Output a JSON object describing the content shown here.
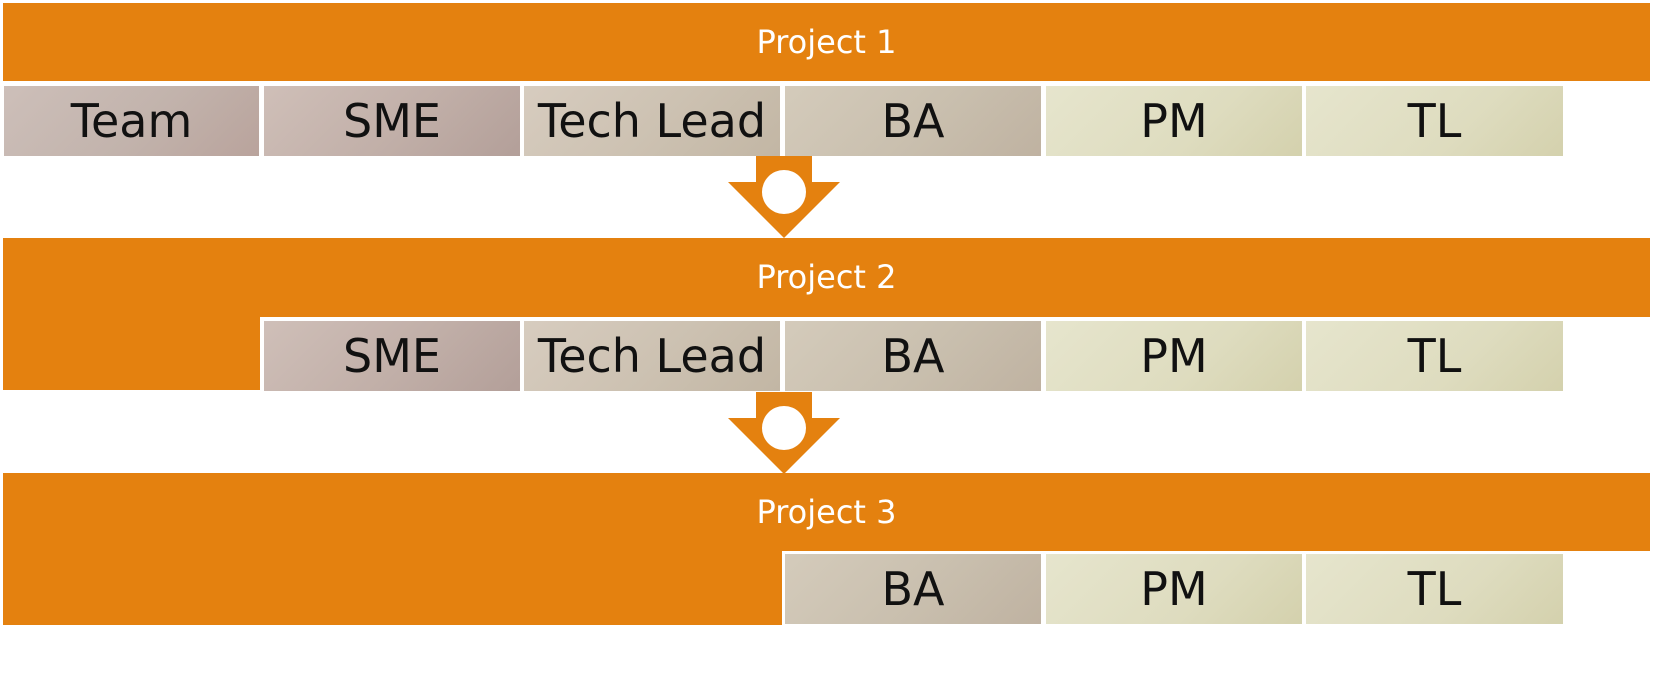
{
  "colors": {
    "accent": "#E4810F",
    "role_dark": "#C2B3AC",
    "role_light": "#DEDCBF"
  },
  "projects": [
    {
      "title": "Project 1",
      "roles": [
        "Team",
        "SME",
        "Tech Lead",
        "BA",
        "PM",
        "TL"
      ]
    },
    {
      "title": "Project 2",
      "roles": [
        "SME",
        "Tech Lead",
        "BA",
        "PM",
        "TL"
      ]
    },
    {
      "title": "Project 3",
      "roles": [
        "BA",
        "PM",
        "TL"
      ]
    }
  ],
  "arrows": [
    {
      "icon": "down-arrow-circle-icon"
    },
    {
      "icon": "down-arrow-circle-icon"
    }
  ]
}
